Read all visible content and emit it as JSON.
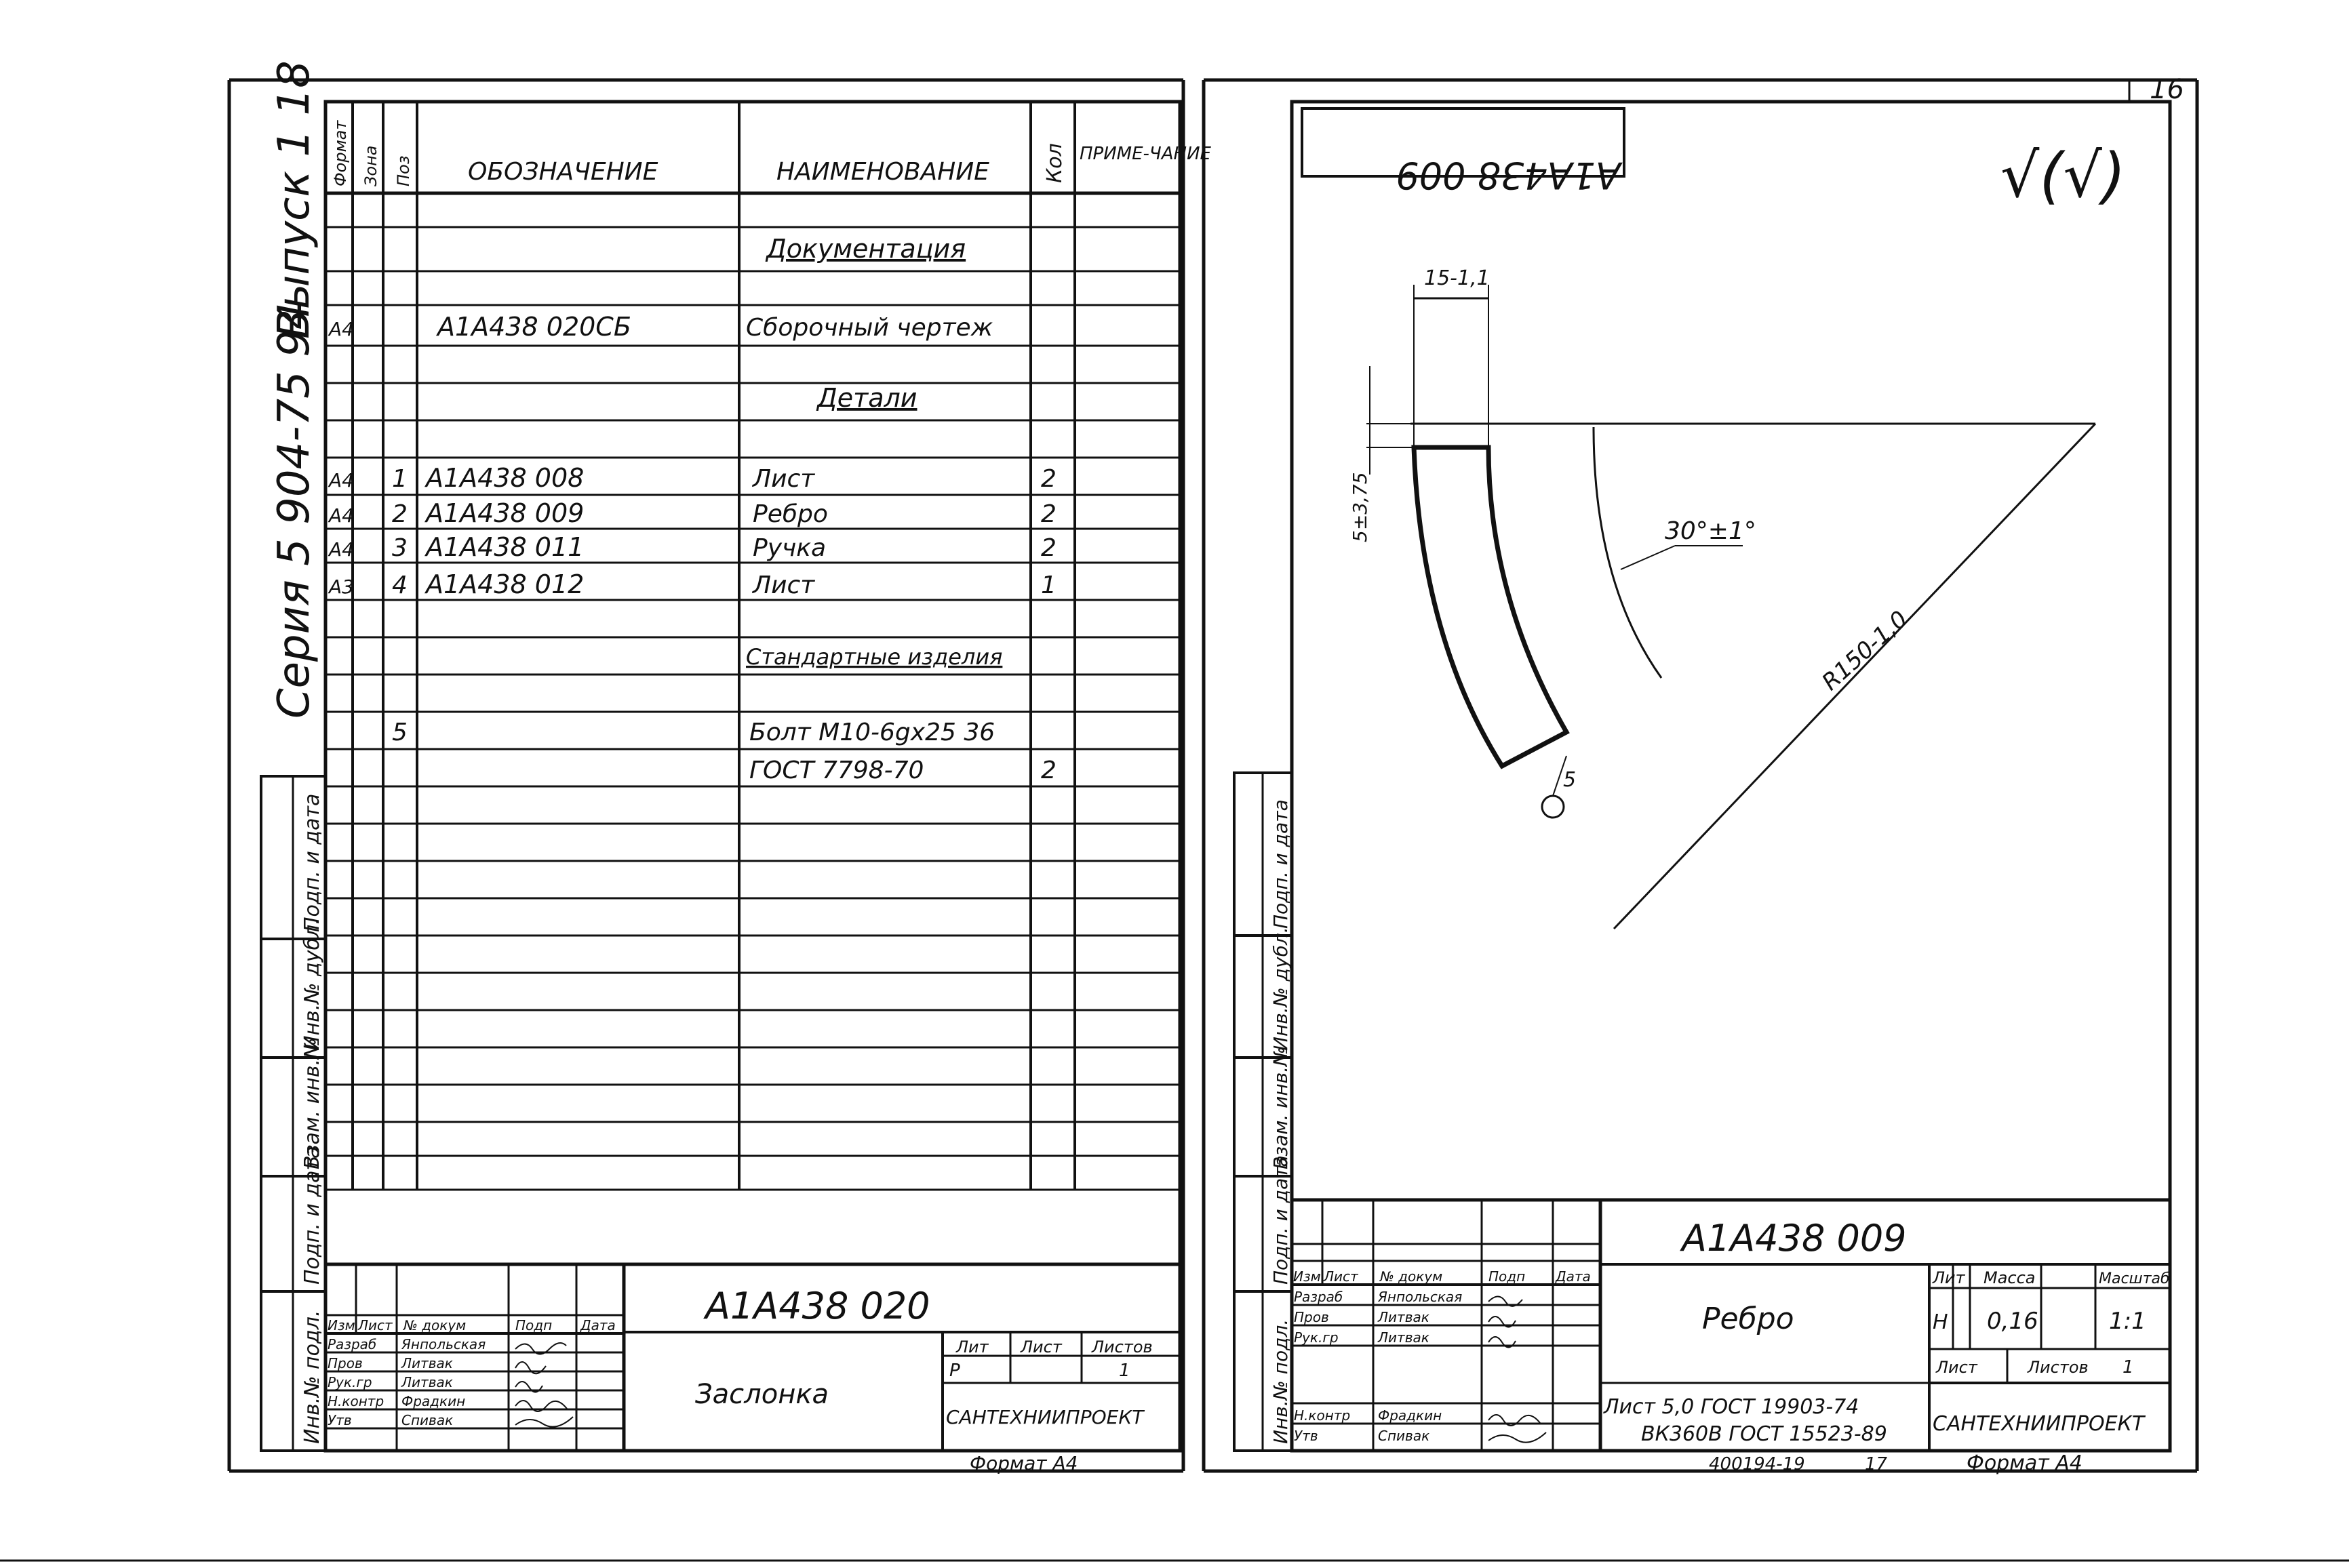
{
  "top_right": {
    "corner": "16"
  },
  "left_sheet": {
    "series_text": "Серия 5 904-75 94",
    "issue_text": "Выпуск 1 18",
    "header": {
      "format": "Формат",
      "zone": "Зона",
      "pos": "Поз",
      "designation": "ОБОЗНАЧЕНИЕ",
      "name": "НАИМЕНОВАНИЕ",
      "qty": "Кол",
      "note": "ПРИМЕ-ЧАНИЕ"
    },
    "sections": {
      "documentation": "Документация",
      "details": "Детали",
      "standard": "Стандартные изделия"
    },
    "rows": [
      {
        "format": "А4",
        "pos": "",
        "designation": "А1А438 020СБ",
        "name": "Сборочный чертеж",
        "qty": ""
      },
      {
        "format": "А4",
        "pos": "1",
        "designation": "А1А438 008",
        "name": "Лист",
        "qty": "2"
      },
      {
        "format": "А4",
        "pos": "2",
        "designation": "А1А438 009",
        "name": "Ребро",
        "qty": "2"
      },
      {
        "format": "А4",
        "pos": "3",
        "designation": "А1А438 011",
        "name": "Ручка",
        "qty": "2"
      },
      {
        "format": "А3",
        "pos": "4",
        "designation": "А1А438 012",
        "name": "Лист",
        "qty": "1"
      }
    ],
    "bolt": {
      "pos": "5",
      "name1": "Болт М10-6gх25 36",
      "name2": "ГОСТ 7798-70",
      "qty": "2"
    },
    "side_labels": [
      "Инв.№ подл.",
      "Подп. и дата",
      "Взам. инв.№",
      "Инв.№ дубл.",
      "Подп. и дата"
    ],
    "title_block": {
      "doc_number": "А1А438 020",
      "title": "Заслонка",
      "org": "САНТЕХНИИПРОЕКТ",
      "format": "Формат А4",
      "col_izm": "Изм",
      "col_list": "Лист",
      "col_ndoc": "№ докум",
      "col_podp": "Подп",
      "col_data": "Дата",
      "roles": [
        {
          "role": "Разраб",
          "name": "Янпольская"
        },
        {
          "role": "Пров",
          "name": "Литвак"
        },
        {
          "role": "Рук.гр",
          "name": "Литвак"
        },
        {
          "role": "Н.контр",
          "name": "Фрадкин"
        },
        {
          "role": "Утв",
          "name": "Спивак"
        }
      ],
      "lit_label": "Лит",
      "sheet_label": "Лист",
      "sheets_label": "Листов",
      "lit_value": "Р",
      "sheets_value": "1"
    }
  },
  "right_sheet": {
    "mirror_code": "А1А438 009",
    "roughness": "√(√)",
    "dimensions": {
      "width": "15-1,1",
      "thickness": "5±3,75",
      "angle": "30°±1°",
      "radius": "R150-1,0",
      "weld": "5"
    },
    "side_labels": [
      "Инв.№ подл.",
      "Подп. и дата",
      "Взам. инв.№",
      "Инв.№ дубл.",
      "Подп. и дата"
    ],
    "title_block": {
      "doc_number": "А1А438 009",
      "title": "Ребро",
      "org": "САНТЕХНИИПРОЕКТ",
      "format": "Формат А4",
      "col_izm": "Изм",
      "col_list": "Лист",
      "col_ndoc": "№ докум",
      "col_podp": "Подп",
      "col_data": "Дата",
      "roles": [
        {
          "role": "Разраб",
          "name": "Янпольская"
        },
        {
          "role": "Пров",
          "name": "Литвак"
        },
        {
          "role": "Рук.гр",
          "name": "Литвак"
        },
        {
          "role": "Н.контр",
          "name": "Фрадкин"
        },
        {
          "role": "Утв",
          "name": "Спивак"
        }
      ],
      "lit_label": "Лит",
      "mass_label": "Масса",
      "scale_label": "Масштаб",
      "lit_value": "Н",
      "mass_value": "0,16",
      "scale_value": "1:1",
      "sheet_label": "Лист",
      "sheets_label": "Листов",
      "sheets_value": "1",
      "material1": "Лист 5,0 ГОСТ 19903-74",
      "material2": "ВК360В ГОСТ 15523-89",
      "bottom_code": "400194-19",
      "bottom_num": "17"
    }
  }
}
